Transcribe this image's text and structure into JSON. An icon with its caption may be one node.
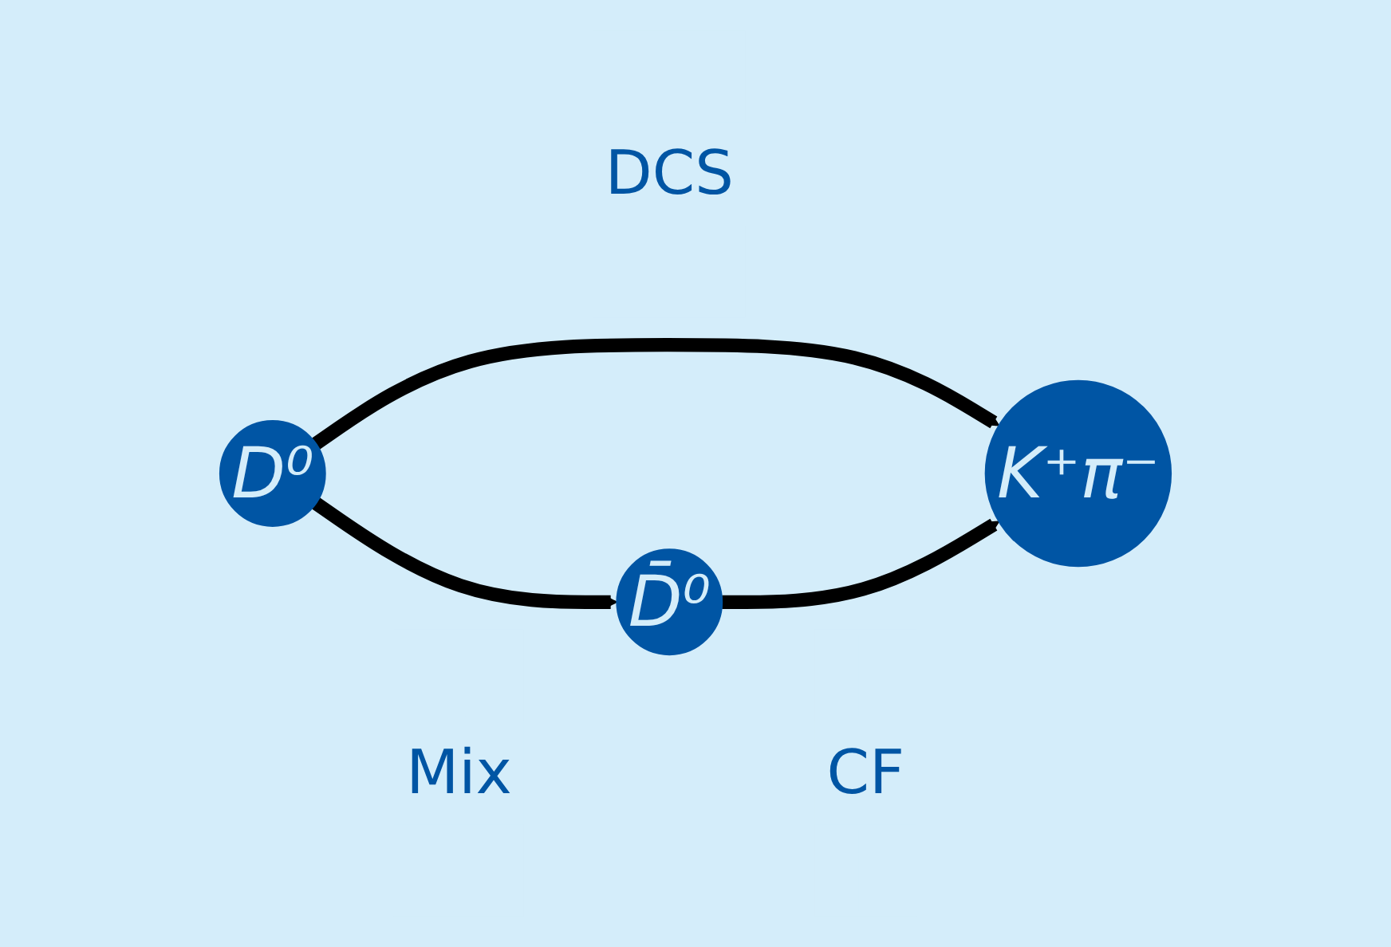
{
  "diagram": {
    "nodes": [
      {
        "text": [
          "D⁰"
        ]
      },
      {
        "text": [
          "K⁺π⁻"
        ]
      },
      {
        "text": [
          "D̄⁰"
        ]
      }
    ],
    "edges": [
      {
        "from": 0,
        "to": 1,
        "arrow": "to",
        "label": "DCS"
      },
      {
        "from": 0,
        "to": 2,
        "arrow": "to",
        "label": "Mix"
      },
      {
        "from": 2,
        "to": 1,
        "arrow": "to",
        "label": "CF"
      }
    ]
  }
}
